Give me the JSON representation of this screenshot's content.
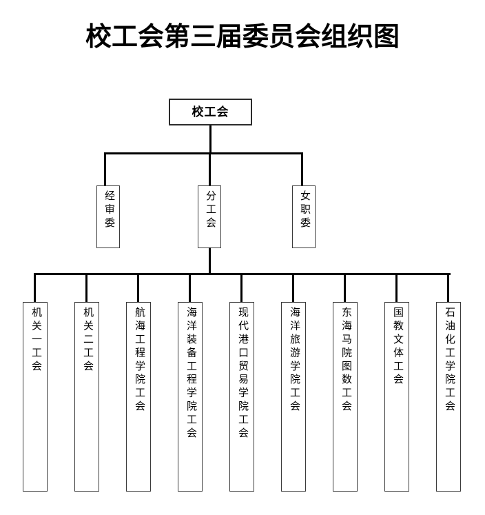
{
  "title": "校工会第三届委员会组织图",
  "chart_data": {
    "type": "diagram",
    "diagram_type": "organization-chart",
    "title": "校工会第三届委员会组织图",
    "orientation": "top-down",
    "text_orientation": "vertical (except root)",
    "levels": 3,
    "root": {
      "label": "校工会",
      "level": 1
    },
    "level2": [
      {
        "label": "经审委",
        "level": 2,
        "parent": "校工会"
      },
      {
        "label": "分工会",
        "level": 2,
        "parent": "校工会"
      },
      {
        "label": "女职委",
        "level": 2,
        "parent": "校工会"
      }
    ],
    "level3_parent": "分工会",
    "level3": [
      {
        "label": "机关一工会",
        "level": 3,
        "parent": "分工会"
      },
      {
        "label": "机关二工会",
        "level": 3,
        "parent": "分工会"
      },
      {
        "label": "航海工程学院工会",
        "level": 3,
        "parent": "分工会"
      },
      {
        "label": "海洋装备工程学院工会",
        "level": 3,
        "parent": "分工会"
      },
      {
        "label": "现代港口贸易学院工会",
        "level": 3,
        "parent": "分工会"
      },
      {
        "label": "海洋旅游学院工会",
        "level": 3,
        "parent": "分工会"
      },
      {
        "label": "东海马院图数工会",
        "level": 3,
        "parent": "分工会"
      },
      {
        "label": "国教文体工会",
        "level": 3,
        "parent": "分工会"
      },
      {
        "label": "石油化工学院工会",
        "level": 3,
        "parent": "分工会"
      }
    ],
    "colors": {
      "background": "#ffffff",
      "text": "#000000",
      "box_border": "#3a3a3a",
      "root_border": "#2b2b2b",
      "connector": "#000000"
    }
  }
}
